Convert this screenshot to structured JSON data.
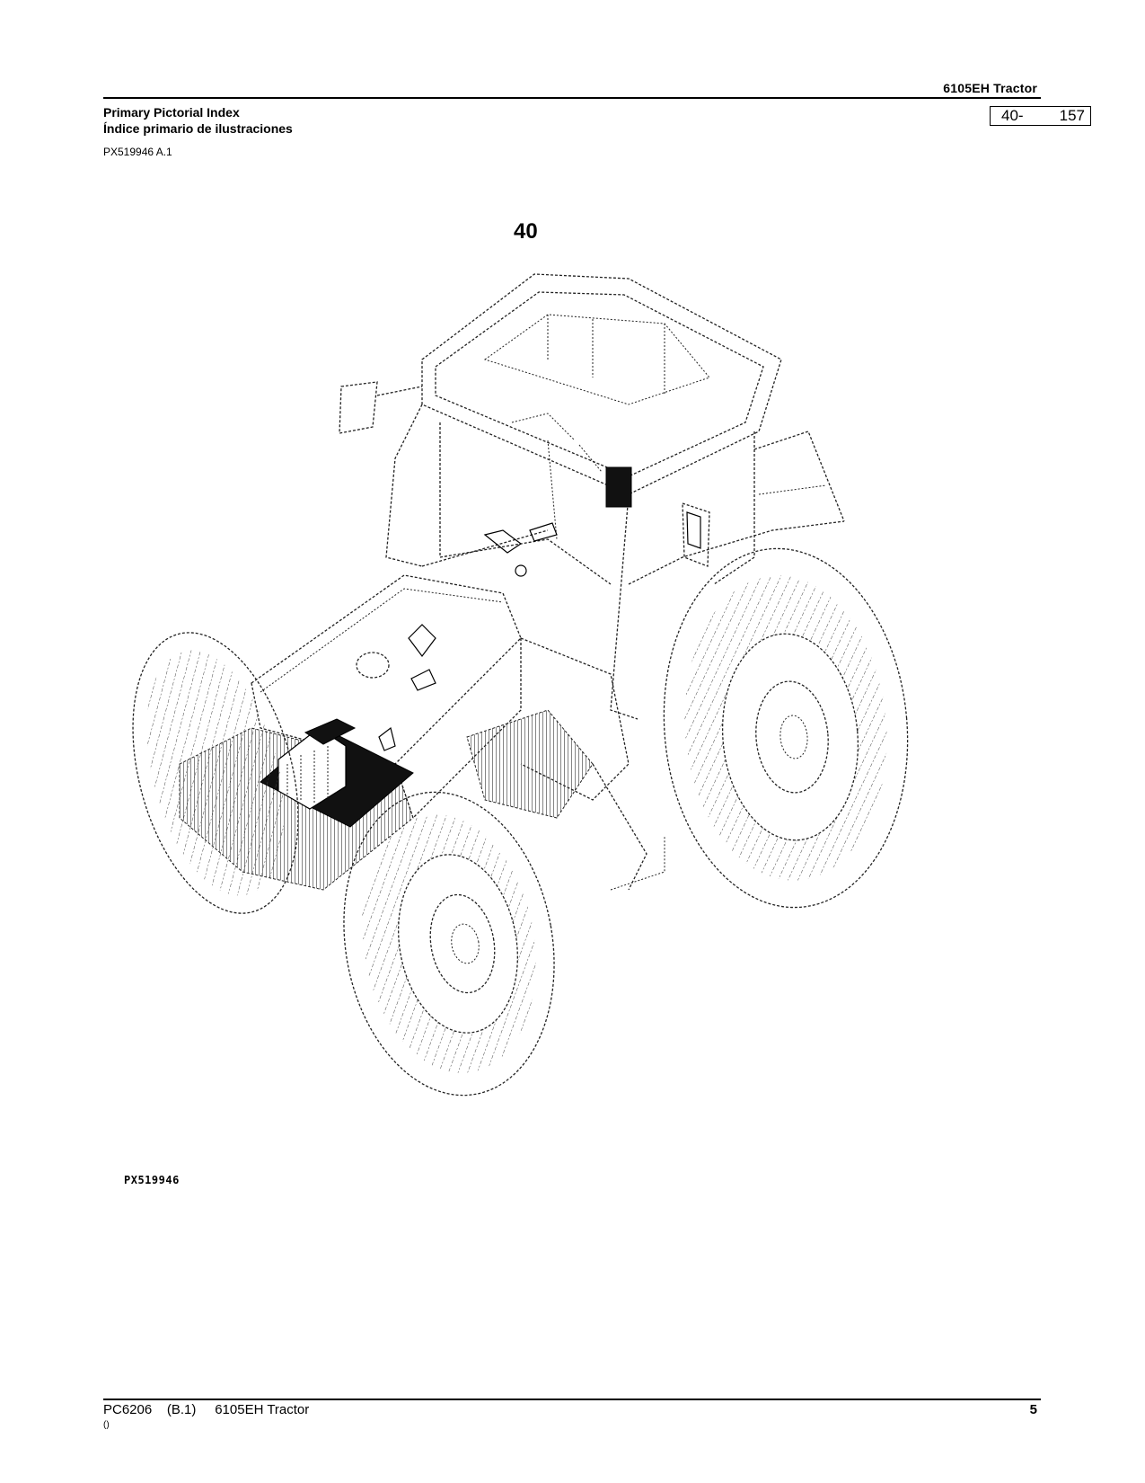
{
  "header": {
    "model": "6105EH  Tractor",
    "title_en": "Primary Pictorial Index",
    "title_es": "Índice primario de ilustraciones",
    "illustration_id": "PX519946 A.1",
    "section": "40-",
    "page": "157"
  },
  "illustration": {
    "group_number": "40",
    "figure_label": "PX519946"
  },
  "footer": {
    "left": "PC6206    (B.1)     6105EH Tractor",
    "sub": "()",
    "page": "5"
  }
}
